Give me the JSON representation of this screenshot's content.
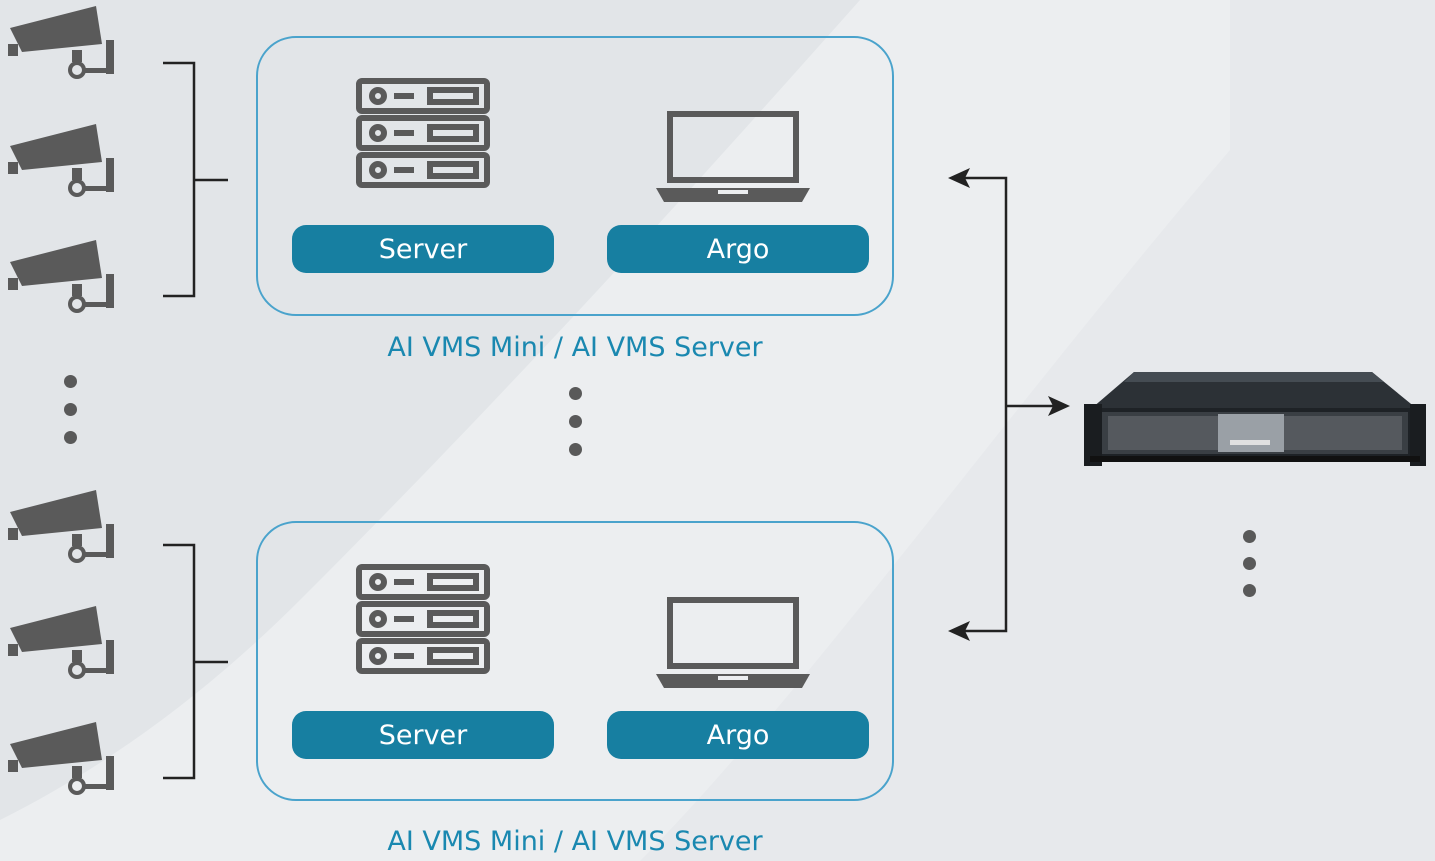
{
  "groups": [
    {
      "left_label": "Server",
      "right_label": "Argo",
      "caption": "AI VMS Mini / AI VMS Server"
    },
    {
      "left_label": "Server",
      "right_label": "Argo",
      "caption": "AI VMS Mini / AI VMS Server"
    }
  ],
  "icons": {
    "camera": "security-camera-icon",
    "server": "server-rack-icon",
    "laptop": "laptop-icon",
    "appliance": "rack-server-appliance"
  },
  "colors": {
    "background": "#eceef0",
    "box_border": "#4aa3cc",
    "pill": "#177fa1",
    "caption": "#1a88b0",
    "icon": "#5a5a5a",
    "line": "#222222"
  }
}
